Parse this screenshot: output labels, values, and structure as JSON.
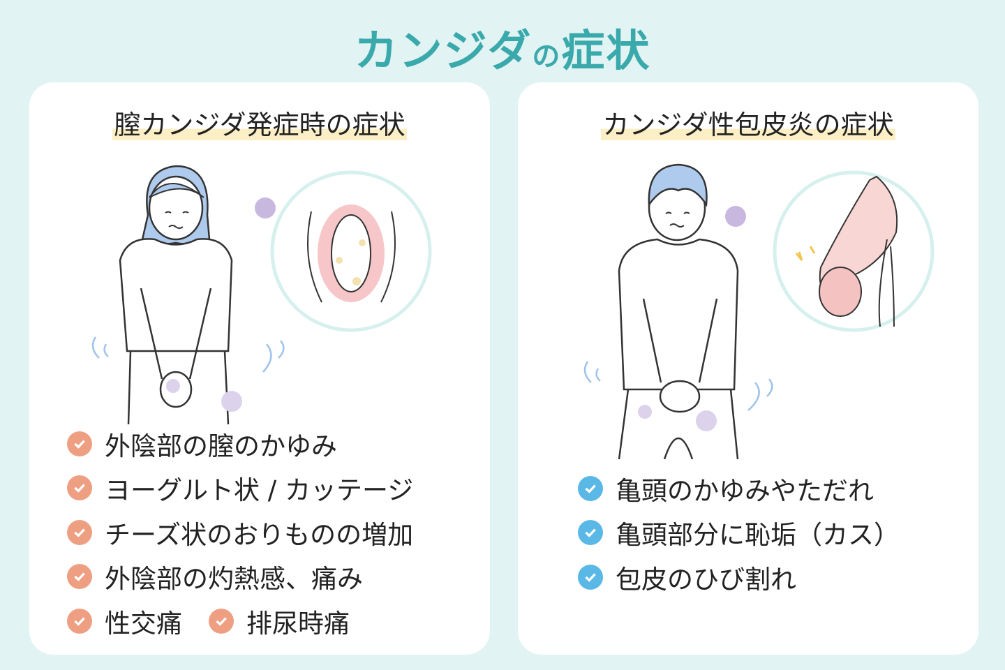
{
  "title": {
    "part1": "カンジダ",
    "part2": "の",
    "part3": "症状"
  },
  "colors": {
    "title": "#3aa9ac",
    "female_check": "#ee9f82",
    "male_check": "#5ab8e6",
    "highlight": "#fcefc6",
    "background": "#e1f3f2"
  },
  "left_card": {
    "heading": "膣カンジダ発症時の症状",
    "symptoms": [
      "外陰部の膣のかゆみ",
      "ヨーグルト状 / カッテージ",
      "チーズ状のおりものの増加",
      "外陰部の灼熱感、痛み"
    ],
    "last_row": [
      "性交痛",
      "排尿時痛"
    ]
  },
  "right_card": {
    "heading": "カンジダ性包皮炎の症状",
    "symptoms": [
      "亀頭のかゆみやただれ",
      "亀頭部分に恥垢（カス）",
      "包皮のひび割れ"
    ]
  }
}
